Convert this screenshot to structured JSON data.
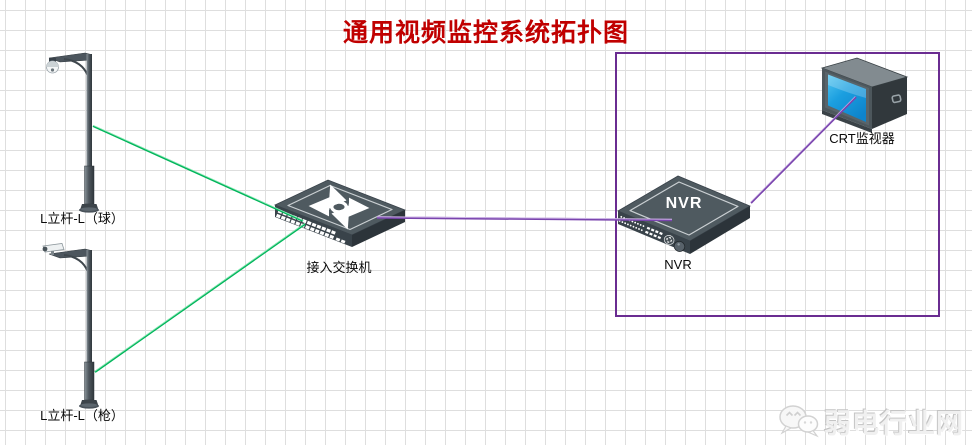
{
  "title": {
    "text": "通用视频监控系统拓扑图",
    "color": "#c00000"
  },
  "devices": {
    "pole_ball": {
      "label": "L立杆-L（球）"
    },
    "pole_bullet": {
      "label": "L立杆-L（枪）"
    },
    "switch": {
      "label": "接入交换机"
    },
    "nvr": {
      "label": "NVR",
      "top_text": "NVR"
    },
    "crt": {
      "label": "CRT监视器"
    }
  },
  "colors": {
    "camera_link": "#00b45a",
    "camera_link_hi": "#9beec0",
    "video_link": "#7a44ae",
    "video_link_hi": "#d6c2ec",
    "group_box": "#6a2c91",
    "title_red": "#c00000",
    "screen_blue": "#1b9fe0",
    "device_body": "#4f5a60"
  },
  "watermark": {
    "text": "弱电行业网"
  }
}
